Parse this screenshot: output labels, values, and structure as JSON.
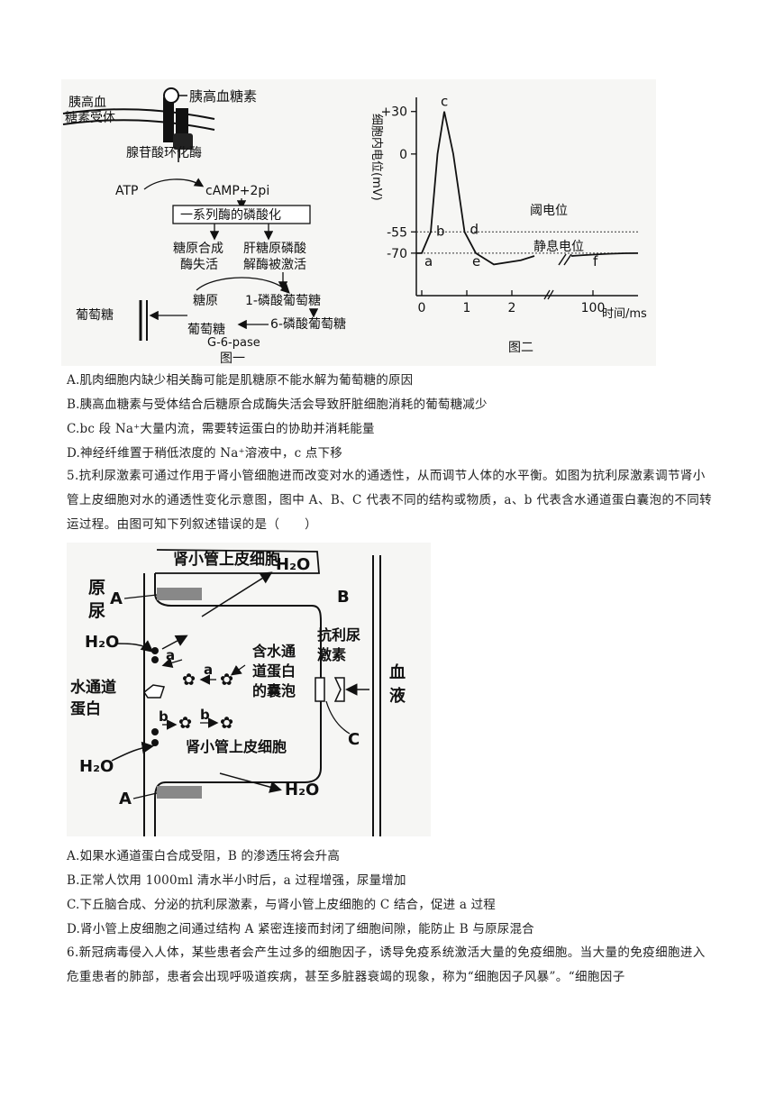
{
  "figure1": {
    "caption": "图一",
    "receptor_label": "胰高血\n糖素受体",
    "hormone_label": "胰高血糖素",
    "enzyme_cyclase": "腺苷酸环化酶",
    "atp": "ATP",
    "camp": "cAMP+2pi",
    "phosphorylation_box": "一系列酶的磷酸化",
    "glycogen_synthase": "糖原合成\n酶失活",
    "glycogen_phosphorylase": "肝糖原磷酸\n解酶被激活",
    "glycogen": "糖原",
    "g1p": "1-磷酸葡萄糖",
    "g6p": "6-磷酸葡萄糖",
    "glucose_out": "葡萄糖",
    "glucose_in": "葡萄糖",
    "g6pase": "G-6-pase"
  },
  "figure2": {
    "caption": "图二",
    "ylabel": "细胞内电位(mV)",
    "xlabel": "时间/ms",
    "threshold_label": "阈电位",
    "resting_label": "静息电位",
    "y_ticks": [
      "+30",
      "0",
      "-55",
      "-70"
    ],
    "x_ticks": [
      "0",
      "1",
      "2",
      "100"
    ],
    "point_labels": [
      "a",
      "b",
      "c",
      "d",
      "e",
      "f"
    ]
  },
  "chart_data": {
    "type": "line",
    "xlabel": "时间/ms",
    "ylabel": "细胞内电位(mV)",
    "threshold_mV": -55,
    "resting_mV": -70,
    "series": [
      {
        "x": [
          0,
          0.2,
          0.35,
          0.5,
          0.7,
          0.95,
          1.2,
          1.6,
          2.2,
          2.5
        ],
        "y": [
          -70,
          -55,
          0,
          30,
          0,
          -55,
          -70,
          -78,
          -75,
          -72
        ]
      }
    ],
    "points": [
      {
        "label": "a",
        "x": 0.1,
        "y": -70
      },
      {
        "label": "b",
        "x": 0.2,
        "y": -55
      },
      {
        "label": "c",
        "x": 0.5,
        "y": 30
      },
      {
        "label": "d",
        "x": 0.95,
        "y": -55
      },
      {
        "label": "e",
        "x": 1.2,
        "y": -70
      },
      {
        "label": "f",
        "x": 100,
        "y": -70
      }
    ]
  },
  "q4_options": [
    "A.肌肉细胞内缺少相关酶可能是肌糖原不能水解为葡萄糖的原因",
    "B.胰高血糖素与受体结合后糖原合成酶失活会导致肝脏细胞消耗的葡萄糖减少",
    "C.bc 段 Na⁺大量内流，需要转运蛋白的协助并消耗能量",
    "D.神经纤维置于稍低浓度的 Na⁺溶液中，c 点下移"
  ],
  "q5": {
    "stem": "5.抗利尿激素可通过作用于肾小管细胞进而改变对水的通透性，从而调节人体的水平衡。如图为抗利尿激素调节肾小管上皮细胞对水的通透性变化示意图，图中 A、B、C 代表不同的结构或物质，a、b 代表含水通道蛋白囊泡的不同转运过程。由图可知下列叙述错误的是（　　）",
    "options": [
      "A.如果水通道蛋白合成受阻，B 的渗透压将会升高",
      "B.正常人饮用 1000ml 清水半小时后，a 过程增强，尿量增加",
      "C.下丘脑合成、分泌的抗利尿激素，与肾小管上皮细胞的 C 结合，促进 a 过程",
      "D.肾小管上皮细胞之间通过结构 A 紧密连接而封闭了细胞间隙，能防止 B 与原尿混合"
    ]
  },
  "figure3": {
    "title": "肾小管上皮细胞",
    "urine": "原\n尿",
    "label_A": "A",
    "label_B": "B",
    "label_C": "C",
    "label_a": "a",
    "label_b": "b",
    "h2o": "H₂O",
    "water_channel": "水通道\n蛋白",
    "vesicle": "含水通\n道蛋白\n的囊泡",
    "adh": "抗利尿\n激素",
    "cell_label": "肾小管上皮细胞",
    "blood": "血\n液"
  },
  "q6": {
    "stem": "6.新冠病毒侵入人体，某些患者会产生过多的细胞因子，诱导免疫系统激活大量的免疫细胞。当大量的免疫细胞进入危重患者的肺部，患者会出现呼吸道疾病，甚至多脏器衰竭的现象，称为“细胞因子风暴”。“细胞因子"
  }
}
